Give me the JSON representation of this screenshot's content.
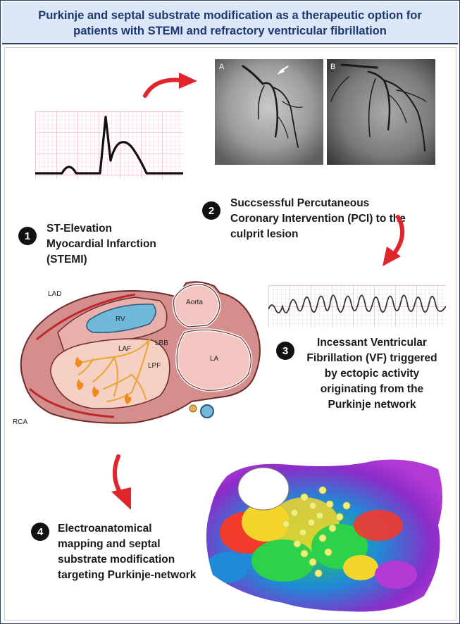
{
  "title": {
    "line1": "Purkinje and septal substrate modification as a therapeutic option for",
    "line2": "patients with STEMI and refractory ventricular fibrillation"
  },
  "steps": [
    {
      "number": "1",
      "lines": [
        "ST-Elevation",
        "Myocardial Infarction",
        "(STEMI)"
      ]
    },
    {
      "number": "2",
      "lines": [
        "Succsessful Percutaneous",
        "Coronary Intervention (PCI) to the",
        "culprit lesion"
      ]
    },
    {
      "number": "3",
      "lines": [
        "Incessant Ventricular",
        "Fibrillation (VF) triggered",
        "by ectopic activity",
        "originating from the",
        "Purkinje network"
      ]
    },
    {
      "number": "4",
      "lines": [
        "Electroanatomical",
        "mapping and septal",
        "substrate modification",
        "targeting Purkinje-network"
      ]
    }
  ],
  "angiography": {
    "panel_a": "A",
    "panel_b": "B"
  },
  "heart_labels": {
    "lad": "LAD",
    "rv": "RV",
    "aorta": "Aorta",
    "laf": "LAF",
    "lbb": "LBB",
    "lpf": "LPF",
    "la": "LA",
    "rca": "RCA"
  },
  "colors": {
    "title_text": "#1d3970",
    "title_bg": "#dbe6f6",
    "arrow": "#e0262a",
    "ecg_grid": "#f2a8b6"
  }
}
